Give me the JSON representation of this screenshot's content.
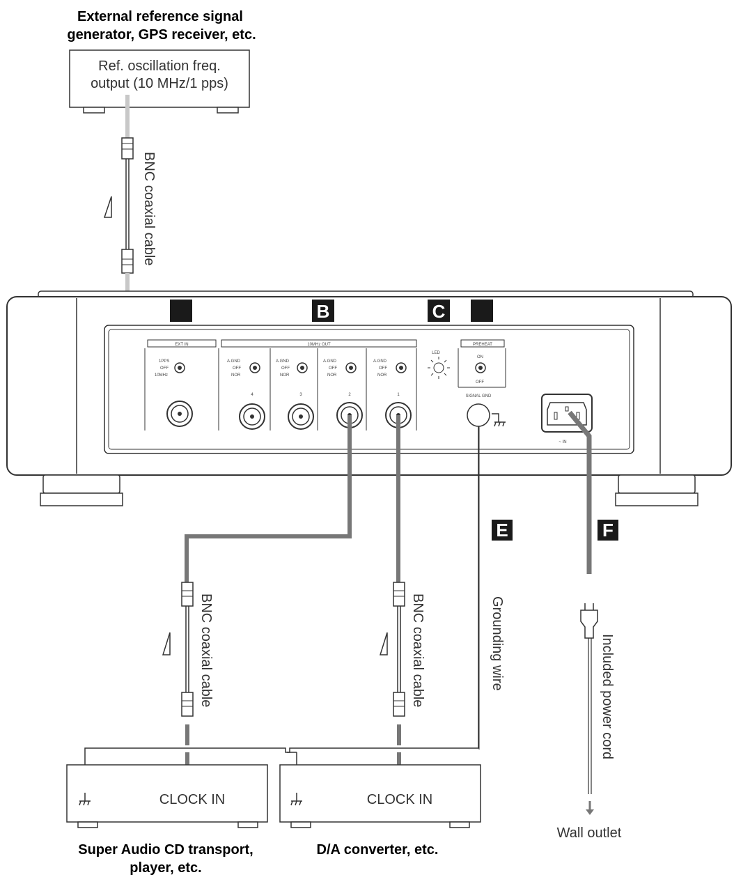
{
  "reference_device": {
    "title_line1": "External reference signal",
    "title_line2": "generator, GPS receiver, etc.",
    "output_line1": "Ref. oscillation freq.",
    "output_line2": "output (10 MHz/1 pps)"
  },
  "cables": {
    "top_bnc": "BNC coaxial cable",
    "left_bnc": "BNC coaxial cable",
    "right_bnc": "BNC coaxial cable",
    "grounding": "Grounding wire",
    "power": "Included power cord"
  },
  "badges": {
    "b": "B",
    "c": "C",
    "e": "E",
    "f": "F"
  },
  "panel": {
    "ext_in": "EXT IN",
    "out_header": "10MHz OUT",
    "preheat": "PREHEAT",
    "sw_1pps": "1PPS",
    "sw_off": "OFF",
    "sw_10mhz": "10MHz",
    "sw_agnd": "A.GND",
    "sw_nor": "NOR",
    "sw_on": "ON",
    "out_4": "4",
    "out_3": "3",
    "out_2": "2",
    "out_1": "1",
    "led": "LED",
    "signal_gnd": "SIGNAL GND",
    "ac_in": "~ IN"
  },
  "devices": {
    "left_clock_in": "CLOCK IN",
    "right_clock_in": "CLOCK IN",
    "left_caption_line1": "Super Audio CD transport,",
    "left_caption_line2": "player, etc.",
    "right_caption": "D/A converter, etc."
  },
  "outlet": {
    "label": "Wall outlet"
  },
  "colors": {
    "cable_dark": "#777777",
    "cable_light": "#c8c8c8",
    "badge": "#1a1a1a",
    "outline": "#333333"
  }
}
